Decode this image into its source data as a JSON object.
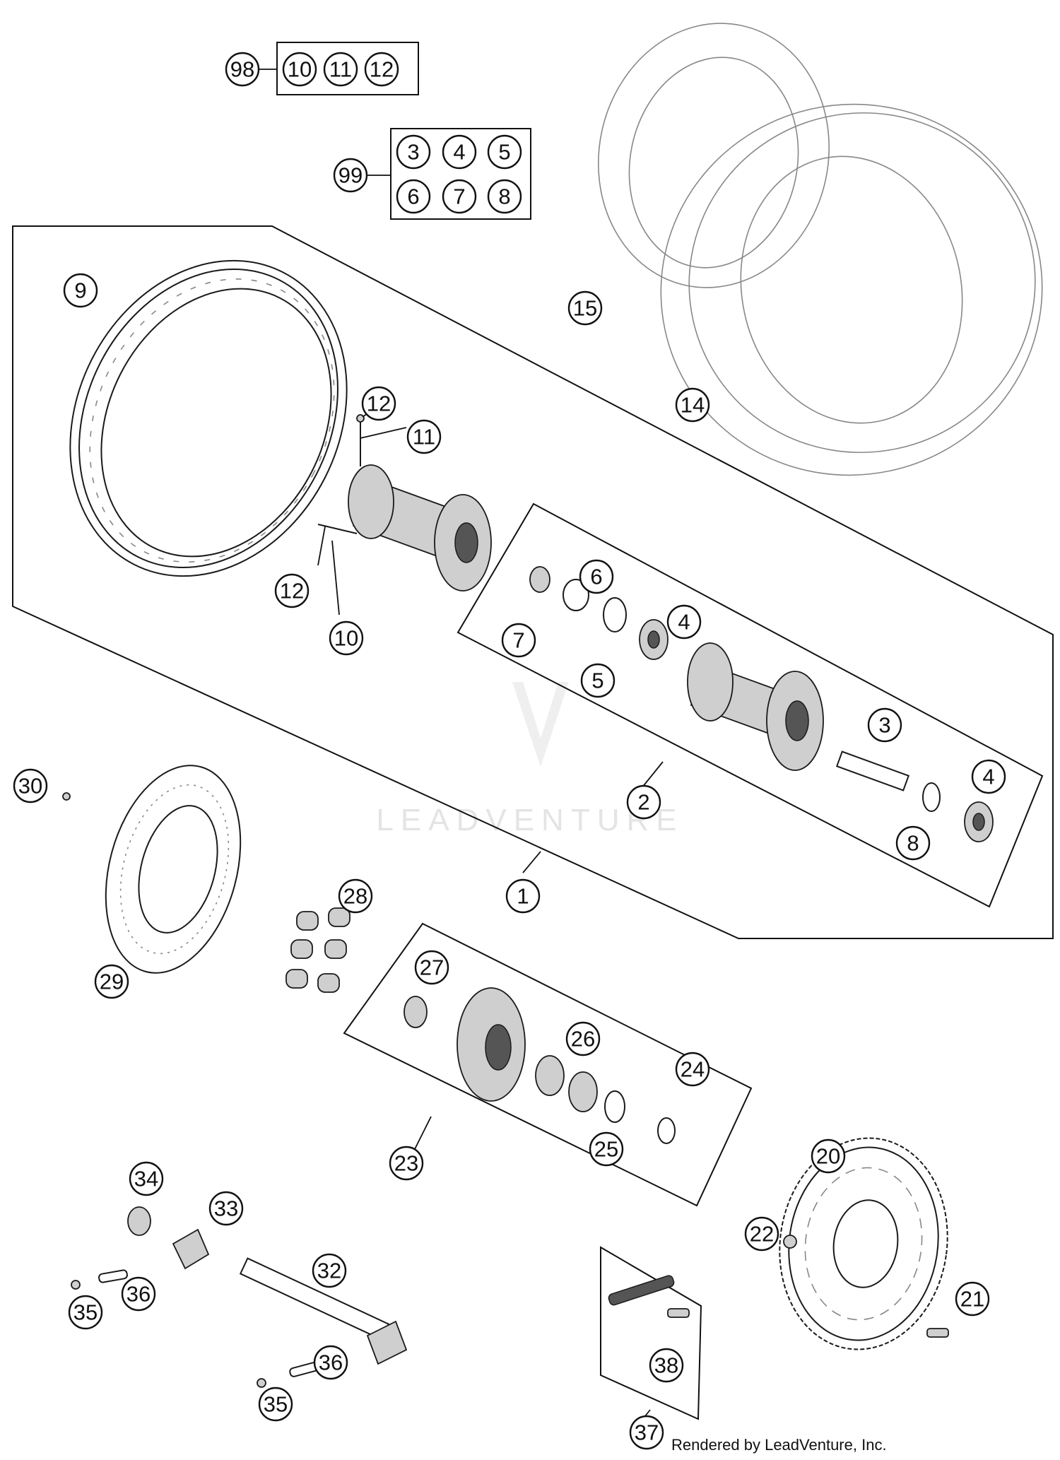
{
  "callouts": [
    {
      "id": "98",
      "label": "98"
    },
    {
      "id": "10a",
      "label": "10"
    },
    {
      "id": "11a",
      "label": "11"
    },
    {
      "id": "12a",
      "label": "12"
    },
    {
      "id": "99",
      "label": "99"
    },
    {
      "id": "3a",
      "label": "3"
    },
    {
      "id": "4a",
      "label": "4"
    },
    {
      "id": "5a",
      "label": "5"
    },
    {
      "id": "6a",
      "label": "6"
    },
    {
      "id": "7a",
      "label": "7"
    },
    {
      "id": "8a",
      "label": "8"
    },
    {
      "id": "9",
      "label": "9"
    },
    {
      "id": "15",
      "label": "15"
    },
    {
      "id": "14",
      "label": "14"
    },
    {
      "id": "12b",
      "label": "12"
    },
    {
      "id": "11b",
      "label": "11"
    },
    {
      "id": "12c",
      "label": "12"
    },
    {
      "id": "10b",
      "label": "10"
    },
    {
      "id": "6b",
      "label": "6"
    },
    {
      "id": "4b",
      "label": "4"
    },
    {
      "id": "7b",
      "label": "7"
    },
    {
      "id": "5b",
      "label": "5"
    },
    {
      "id": "3b",
      "label": "3"
    },
    {
      "id": "4c",
      "label": "4"
    },
    {
      "id": "2",
      "label": "2"
    },
    {
      "id": "8b",
      "label": "8"
    },
    {
      "id": "1",
      "label": "1"
    },
    {
      "id": "30",
      "label": "30"
    },
    {
      "id": "28",
      "label": "28"
    },
    {
      "id": "29",
      "label": "29"
    },
    {
      "id": "27",
      "label": "27"
    },
    {
      "id": "26",
      "label": "26"
    },
    {
      "id": "24",
      "label": "24"
    },
    {
      "id": "25",
      "label": "25"
    },
    {
      "id": "23",
      "label": "23"
    },
    {
      "id": "20",
      "label": "20"
    },
    {
      "id": "22",
      "label": "22"
    },
    {
      "id": "21",
      "label": "21"
    },
    {
      "id": "34",
      "label": "34"
    },
    {
      "id": "33",
      "label": "33"
    },
    {
      "id": "32",
      "label": "32"
    },
    {
      "id": "36a",
      "label": "36"
    },
    {
      "id": "35a",
      "label": "35"
    },
    {
      "id": "35b",
      "label": "35"
    },
    {
      "id": "36b",
      "label": "36"
    },
    {
      "id": "38",
      "label": "38"
    },
    {
      "id": "37",
      "label": "37"
    }
  ],
  "watermark": "LEADVENTURE",
  "credit": "Rendered by LeadVenture, Inc."
}
